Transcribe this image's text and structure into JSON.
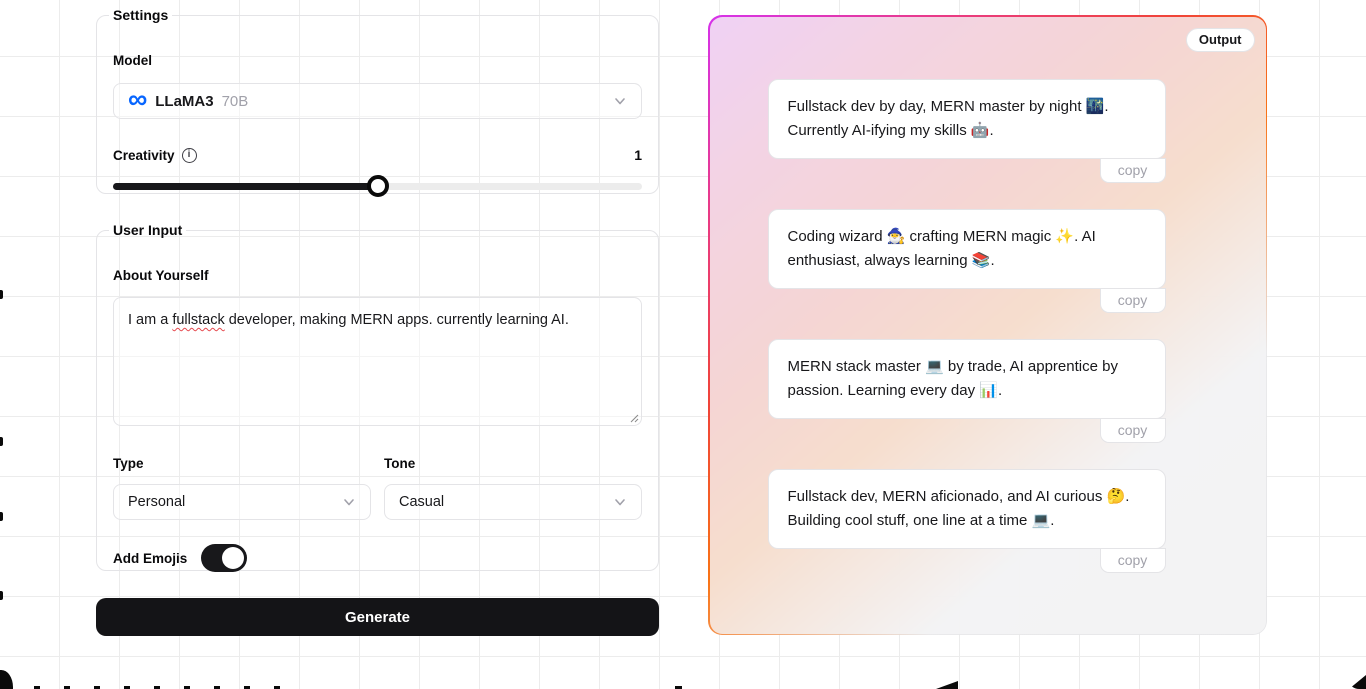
{
  "settings": {
    "legend": "Settings",
    "model_label": "Model",
    "model_name": "LLaMA3",
    "model_variant": "70B",
    "creativity_label": "Creativity",
    "creativity_value": "1",
    "creativity_percent": 50,
    "info_icon_glyph": "i"
  },
  "user_input": {
    "legend": "User Input",
    "about_label": "About Yourself",
    "about_value": "I am a fullstack developer, making MERN apps. currently learning AI.",
    "about_prefix": "I am a ",
    "about_misspelled": "fullstack",
    "about_suffix": " developer, making MERN apps. currently learning AI.",
    "type_label": "Type",
    "type_value": "Personal",
    "tone_label": "Tone",
    "tone_value": "Casual",
    "add_emojis_label": "Add Emojis",
    "add_emojis_state": "on"
  },
  "generate_label": "Generate",
  "output": {
    "badge": "Output",
    "copy_label": "copy",
    "bios": [
      "Fullstack dev by day, MERN master by night 🌃. Currently AI-ifying my skills 🤖.",
      "Coding wizard 🧙‍♂️ crafting MERN magic ✨. AI enthusiast, always learning 📚.",
      "MERN stack master 💻 by trade, AI apprentice by passion. Learning every day 📊.",
      "Fullstack dev, MERN aficionado, and AI curious 🤔. Building cool stuff, one line at a time 💻."
    ]
  },
  "colors": {
    "accent_gradient_start": "#d632ec",
    "accent_gradient_mid": "#f04438",
    "accent_gradient_end": "#f97316",
    "primary_button_bg": "#141417",
    "border_gray": "#e4e4e7",
    "muted_text": "#a1a1aa",
    "meta_logo_blue": "#0866ff",
    "spellcheck_red": "#e5484d"
  }
}
